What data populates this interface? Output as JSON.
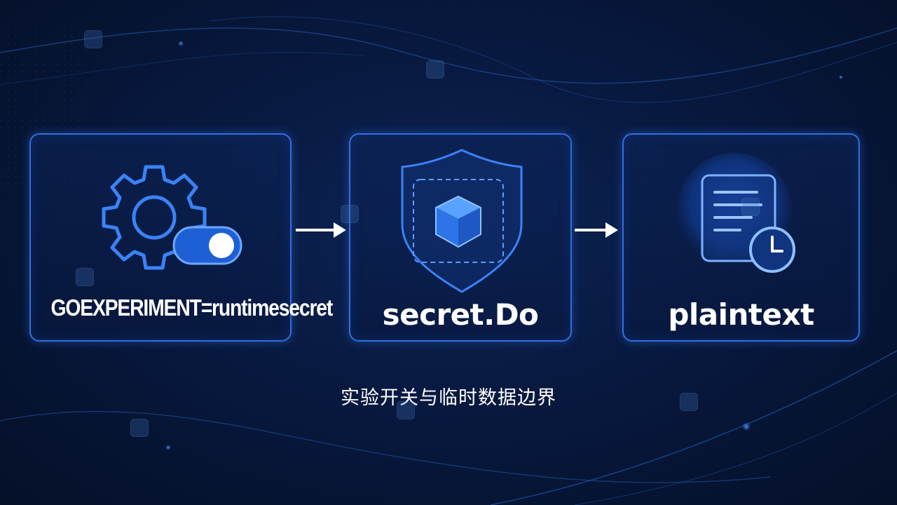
{
  "steps": [
    {
      "label": "GOEXPERIMENT=runtimesecret",
      "icon": "gear-toggle-icon"
    },
    {
      "label": "secret.Do",
      "icon": "shield-cube-icon"
    },
    {
      "label": "plaintext",
      "icon": "document-clock-icon"
    }
  ],
  "connectors": [
    "arrow-right-icon",
    "arrow-right-icon"
  ],
  "caption": "实验开关与临时数据边界",
  "colors": {
    "background": "#08193f",
    "card_border": "#2f6fe0",
    "icon_stroke": "#3b82f6",
    "text": "#ffffff"
  }
}
